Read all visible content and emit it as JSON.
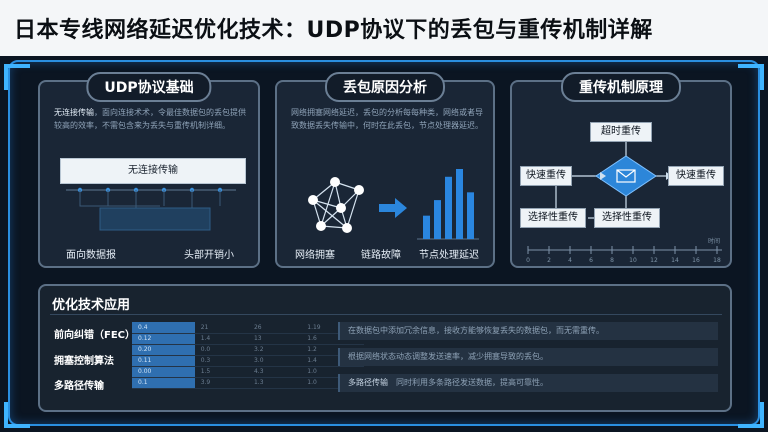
{
  "title": "日本专线网络延迟优化技术：UDP协议下的丢包与重传机制详解",
  "panels": {
    "udp": {
      "title": "UDP协议基础",
      "desc_lead": "无连接传输",
      "desc_rest": "，面向连接术术，令最佳数据包的丢包提供较高的效率，不需包含来为丢失与重传机制详细。",
      "box_label": "无连接传输",
      "label_left": "面向数据报",
      "label_right": "头部开销小"
    },
    "loss": {
      "title": "丢包原因分析",
      "desc": "网络拥塞网络延迟，丢包的分析每每种类，网络或者导致数据丢失传输中，何时在此丢包，节点处理器延迟。",
      "labels": [
        "网络拥塞",
        "链路故障",
        "节点处理延迟"
      ],
      "bar_values": [
        3,
        5,
        8,
        9,
        6
      ]
    },
    "retrans": {
      "title": "重传机制原理",
      "nodes": {
        "timeout": "超时重传",
        "fast_left": "快速重传",
        "fast_right": "快速重传",
        "selective_left": "选择性重传",
        "selective_right": "选择性重传"
      },
      "axis_ticks": [
        "0",
        "2",
        "4",
        "6",
        "8",
        "10",
        "12",
        "14",
        "16",
        "18"
      ],
      "axis_unit": "时间"
    }
  },
  "optimization": {
    "title": "优化技术应用",
    "rows": [
      {
        "label": "前向纠错（FEC）",
        "note_lead": "",
        "note_rest": "在数据包中添加冗余信息，接收方能够恢复丢失的数据包，而无需重传。"
      },
      {
        "label": "拥塞控制算法",
        "note_lead": "",
        "note_rest": "根据网络状态动态调整发送速率，减少拥塞导致的丢包。"
      },
      {
        "label": "多路径传输",
        "note_lead": "多路径传输",
        "note_rest": "同时利用多条路径发送数据，提高可靠性。"
      }
    ],
    "table": [
      [
        "0.4",
        "21",
        "26",
        "1.19"
      ],
      [
        "0.12",
        "1.4",
        "13",
        "1.6"
      ],
      [
        "0.20",
        "0.0",
        "3.2",
        "1.2"
      ],
      [
        "0.11",
        "0.3",
        "3.0",
        "1.4"
      ],
      [
        "0.00",
        "1.5",
        "4.3",
        "1.0"
      ],
      [
        "0.1",
        "3.9",
        "1.3",
        "1.0"
      ]
    ]
  }
}
